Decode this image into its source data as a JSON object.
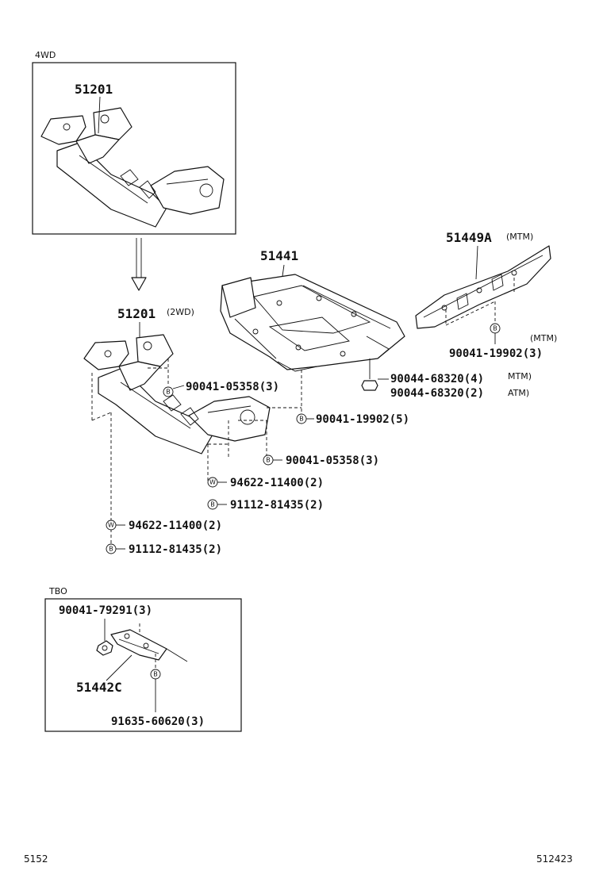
{
  "boxes": {
    "four_wd_label": "4WD",
    "tbo_label": "TBO"
  },
  "parts": {
    "crossmember_4wd": "51201",
    "crossmember_2wd": "51201",
    "crossmember_2wd_note": "(2WD)",
    "under_cover": "51441",
    "side_cover": "51449A",
    "side_cover_note": "(MTM)",
    "tbo_cover": "51442C"
  },
  "fasteners": {
    "f_19902_3": "90041-19902(3)",
    "f_19902_3_note": "(MTM)",
    "f_68320_4": "90044-68320(4)",
    "f_68320_4_note": "MTM)",
    "f_68320_2": "90044-68320(2)",
    "f_68320_2_note": "ATM)",
    "f_05358_upper": "90041-05358(3)",
    "f_19902_5": "90041-19902(5)",
    "f_05358_lower": "90041-05358(3)",
    "f_94622_upper": "94622-11400(2)",
    "f_91112_upper": "91112-81435(2)",
    "f_94622_lower": "94622-11400(2)",
    "f_91112_lower": "91112-81435(2)",
    "f_79291": "90041-79291(3)",
    "f_60620": "91635-60620(3)"
  },
  "symbols": {
    "bolt": "B",
    "washer": "W"
  },
  "footer": {
    "left_code": "5152",
    "right_code": "512423"
  }
}
